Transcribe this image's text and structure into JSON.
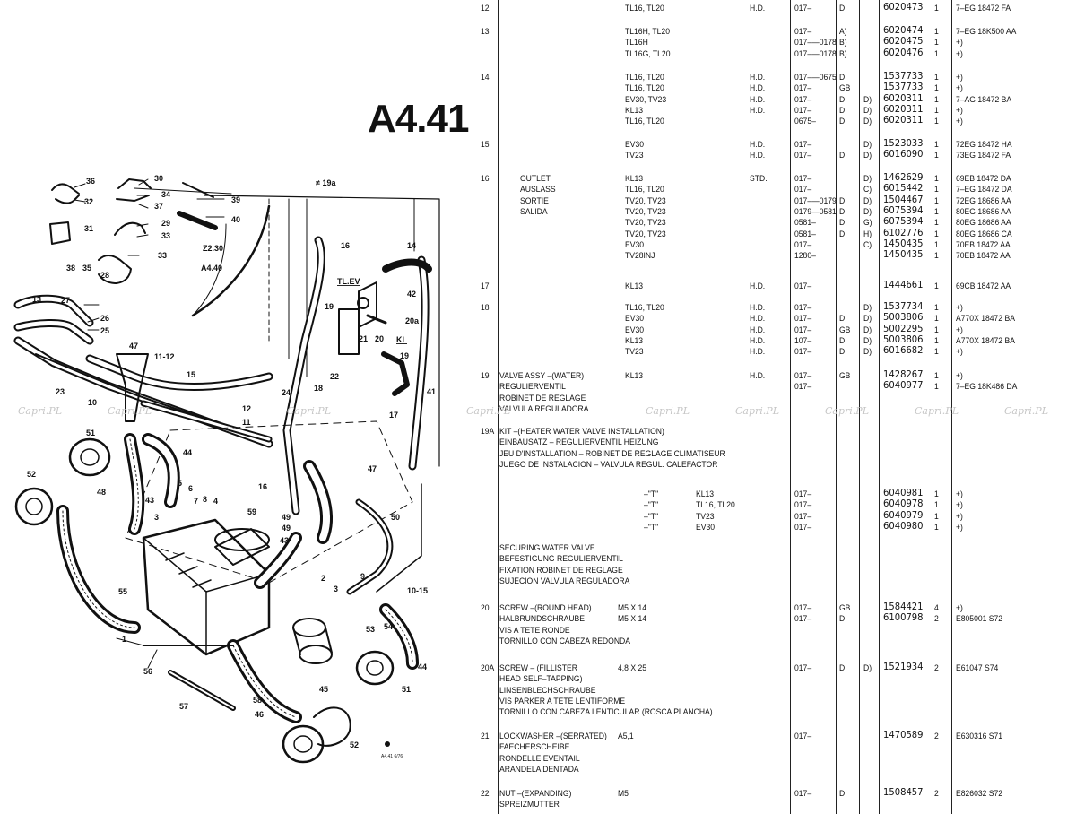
{
  "page_code": "A4.41",
  "diagram": {
    "labels": [
      "36",
      "32",
      "30",
      "34",
      "37",
      "29",
      "33",
      "31",
      "38",
      "35",
      "28",
      "33",
      "39",
      "40",
      "19a",
      "Z2.30",
      "A4.40",
      "16",
      "14",
      "TL.EV",
      "13",
      "27",
      "26",
      "25",
      "47",
      "11-12",
      "15",
      "42",
      "19",
      "20a",
      "21",
      "20",
      "KL",
      "22",
      "18",
      "24",
      "41",
      "23",
      "10",
      "12",
      "11",
      "17",
      "51",
      "44",
      "52",
      "48",
      "43",
      "5",
      "6",
      "7",
      "8",
      "4",
      "3",
      "59",
      "49",
      "50",
      "47",
      "16",
      "49",
      "45",
      "9",
      "10-15",
      "55",
      "1",
      "56",
      "57",
      "53",
      "54",
      "44",
      "51",
      "58",
      "46",
      "45",
      "52",
      "2",
      "3"
    ],
    "corner_note": "A4.41 6/76"
  },
  "watermark": "Capri.PL",
  "parts": [
    {
      "ref": "12",
      "lines": [
        {
          "model": "TL16, TL20",
          "hd": "H.D.",
          "year": "017–",
          "c1": "D",
          "pn": "6020473",
          "qty": "1",
          "ford": "7–EG 18472 FA"
        }
      ]
    },
    {
      "ref": "13",
      "lines": [
        {
          "model": "TL16H, TL20",
          "year": "017–",
          "c1": "A)",
          "pn": "6020474",
          "qty": "1",
          "ford": "7–EG 18K500 AA"
        },
        {
          "model": "TL16H",
          "year": "017–—0178",
          "c1": "B)",
          "pn": "6020475",
          "qty": "1",
          "ford": "+)"
        },
        {
          "model": "TL16G, TL20",
          "year": "017–—0178",
          "c1": "B)",
          "pn": "6020476",
          "qty": "1",
          "ford": "+)"
        }
      ]
    },
    {
      "ref": "14",
      "lines": [
        {
          "model": "TL16, TL20",
          "hd": "H.D.",
          "year": "017–—0675",
          "c1": "D",
          "pn": "1537733",
          "qty": "1",
          "ford": "+)"
        },
        {
          "model": "TL16, TL20",
          "hd": "H.D.",
          "year": "017–",
          "c1": "GB",
          "pn": "1537733",
          "qty": "1",
          "ford": "+)"
        },
        {
          "model": "EV30, TV23",
          "hd": "H.D.",
          "year": "017–",
          "c1": "D",
          "c2": "D)",
          "pn": "6020311",
          "qty": "1",
          "ford": "7–AG 18472 BA"
        },
        {
          "model": "KL13",
          "hd": "H.D.",
          "year": "017–",
          "c1": "D",
          "c2": "D)",
          "pn": "6020311",
          "qty": "1",
          "ford": "+)"
        },
        {
          "model": "TL16, TL20",
          "year": "0675–",
          "c1": "D",
          "c2": "D)",
          "pn": "6020311",
          "qty": "1",
          "ford": "+)"
        }
      ]
    },
    {
      "ref": "15",
      "lines": [
        {
          "model": "EV30",
          "hd": "H.D.",
          "year": "017–",
          "c2": "D)",
          "pn": "1523033",
          "qty": "1",
          "ford": "72EG 18472 HA"
        },
        {
          "model": "TV23",
          "hd": "H.D.",
          "year": "017–",
          "c1": "D",
          "c2": "D)",
          "pn": "6016090",
          "qty": "1",
          "ford": "73EG 18472 FA"
        }
      ]
    },
    {
      "ref": "16",
      "desc": [
        "OUTLET",
        "AUSLASS",
        "SORTIE",
        "SALIDA"
      ],
      "lines": [
        {
          "model": "KL13",
          "hd": "STD.",
          "year": "017–",
          "c2": "D)",
          "pn": "1462629",
          "qty": "1",
          "ford": "69EB 18472 DA"
        },
        {
          "model": "TL16, TL20",
          "year": "017–",
          "c2": "C)",
          "pn": "6015442",
          "qty": "1",
          "ford": "7–EG 18472 DA"
        },
        {
          "model": "TV20, TV23",
          "year": "017–—0179",
          "c1": "D",
          "c2": "D)",
          "pn": "1504467",
          "qty": "1",
          "ford": "72EG 18686 AA"
        },
        {
          "model": "TV20, TV23",
          "year": "0179—0581",
          "c1": "D",
          "c2": "D)",
          "pn": "6075394",
          "qty": "1",
          "ford": "80EG 18686 AA"
        },
        {
          "model": "TV20, TV23",
          "year": "0581–",
          "c1": "D",
          "c2": "G)",
          "pn": "6075394",
          "qty": "1",
          "ford": "80EG 18686 AA"
        },
        {
          "model": "TV20, TV23",
          "year": "0581–",
          "c1": "D",
          "c2": "H)",
          "pn": "6102776",
          "qty": "1",
          "ford": "80EG 18686 CA"
        },
        {
          "model": "EV30",
          "year": "017–",
          "c2": "C)",
          "pn": "1450435",
          "qty": "1",
          "ford": "70EB 18472 AA"
        },
        {
          "model": "TV28INJ",
          "year": "1280–",
          "pn": "1450435",
          "qty": "1",
          "ford": "70EB 18472 AA"
        }
      ]
    },
    {
      "ref": "17",
      "lines": [
        {
          "model": "KL13",
          "hd": "H.D.",
          "year": "017–",
          "pn": "1444661",
          "qty": "1",
          "ford": "69CB 18472 AA"
        }
      ]
    },
    {
      "ref": "18",
      "lines": [
        {
          "model": "TL16, TL20",
          "hd": "H.D.",
          "year": "017–",
          "c2": "D)",
          "pn": "1537734",
          "qty": "1",
          "ford": "+)"
        },
        {
          "model": "EV30",
          "hd": "H.D.",
          "year": "017–",
          "c1": "D",
          "c2": "D)",
          "pn": "5003806",
          "qty": "1",
          "ford": "A770X 18472 BA"
        },
        {
          "model": "EV30",
          "hd": "H.D.",
          "year": "017–",
          "c1": "GB",
          "c2": "D)",
          "pn": "5002295",
          "qty": "1",
          "ford": "+)"
        },
        {
          "model": "KL13",
          "hd": "H.D.",
          "year": "107–",
          "c1": "D",
          "c2": "D)",
          "pn": "5003806",
          "qty": "1",
          "ford": "A770X 18472 BA"
        },
        {
          "model": "TV23",
          "hd": "H.D.",
          "year": "017–",
          "c1": "D",
          "c2": "D)",
          "pn": "6016682",
          "qty": "1",
          "ford": "+)"
        }
      ]
    },
    {
      "ref": "19",
      "desc": [
        "VALVE ASSY –(WATER)",
        "REGULIERVENTIL",
        "ROBINET DE REGLAGE",
        "VALVULA REGULADORA"
      ],
      "lines": [
        {
          "model": "KL13",
          "hd": "H.D.",
          "year": "017–",
          "c1": "GB",
          "pn": "1428267",
          "qty": "1",
          "ford": "+)"
        },
        {
          "model": "",
          "year": "017–",
          "pn": "6040977",
          "qty": "1",
          "ford": "7–EG 18K486 DA"
        }
      ]
    },
    {
      "ref": "19A",
      "desc": [
        "KIT –(HEATER WATER VALVE INSTALLATION)",
        "EINBAUSATZ – REGULIERVENTIL HEIZUNG",
        "JEU D'INSTALLATION – ROBINET DE REGLAGE CLIMATISEUR",
        "JUEGO DE INSTALACION – VALVULA REGUL. CALEFACTOR"
      ],
      "lines": [
        {
          "t": "–\"T\"",
          "model": "KL13",
          "year": "017–",
          "pn": "6040981",
          "qty": "1",
          "ford": "+)"
        },
        {
          "t": "–\"T\"",
          "model": "TL16, TL20",
          "year": "017–",
          "pn": "6040978",
          "qty": "1",
          "ford": "+)"
        },
        {
          "t": "–\"T\"",
          "model": "TV23",
          "year": "017–",
          "pn": "6040979",
          "qty": "1",
          "ford": "+)"
        },
        {
          "t": "–\"T\"",
          "model": "EV30",
          "year": "017–",
          "pn": "6040980",
          "qty": "1",
          "ford": "+)"
        }
      ],
      "desc2": [
        "SECURING WATER VALVE",
        "BEFESTIGUNG REGULIERVENTIL",
        "FIXATION ROBINET DE REGLAGE",
        "SUJECION VALVULA REGULADORA"
      ]
    },
    {
      "ref": "20",
      "desc": [
        "SCREW –(ROUND HEAD)",
        "HALBRUNDSCHRAUBE",
        "VIS A TETE RONDE",
        "TORNILLO CON CABEZA REDONDA"
      ],
      "lines": [
        {
          "size": "M5 X 14",
          "year": "017–",
          "c1": "GB",
          "pn": "1584421",
          "qty": "4",
          "ford": "+)"
        },
        {
          "size": "M5 X 14",
          "year": "017–",
          "c1": "D",
          "pn": "6100798",
          "qty": "2",
          "ford": "E805001 S72"
        }
      ]
    },
    {
      "ref": "20A",
      "desc": [
        "SCREW – (FILLISTER",
        "HEAD SELF–TAPPING)",
        "LINSENBLECHSCHRAUBE",
        "VIS PARKER A TETE LENTIFORME",
        "TORNILLO CON CABEZA LENTICULAR (ROSCA PLANCHA)"
      ],
      "lines": [
        {
          "size": "4,8 X 25",
          "year": "017–",
          "c1": "D",
          "c2": "D)",
          "pn": "1521934",
          "qty": "2",
          "ford": "E61047 S74"
        }
      ]
    },
    {
      "ref": "21",
      "desc": [
        "LOCKWASHER –(SERRATED)",
        "FAECHERSCHEIBE",
        "RONDELLE EVENTAIL",
        "ARANDELA DENTADA"
      ],
      "lines": [
        {
          "size": "A5,1",
          "year": "017–",
          "pn": "1470589",
          "qty": "2",
          "ford": "E630316 S71"
        }
      ]
    },
    {
      "ref": "22",
      "desc": [
        "NUT –(EXPANDING)",
        "SPREIZMUTTER"
      ],
      "lines": [
        {
          "size": "M5",
          "year": "017–",
          "c1": "D",
          "pn": "1508457",
          "qty": "2",
          "ford": "E826032 S72"
        }
      ]
    }
  ]
}
